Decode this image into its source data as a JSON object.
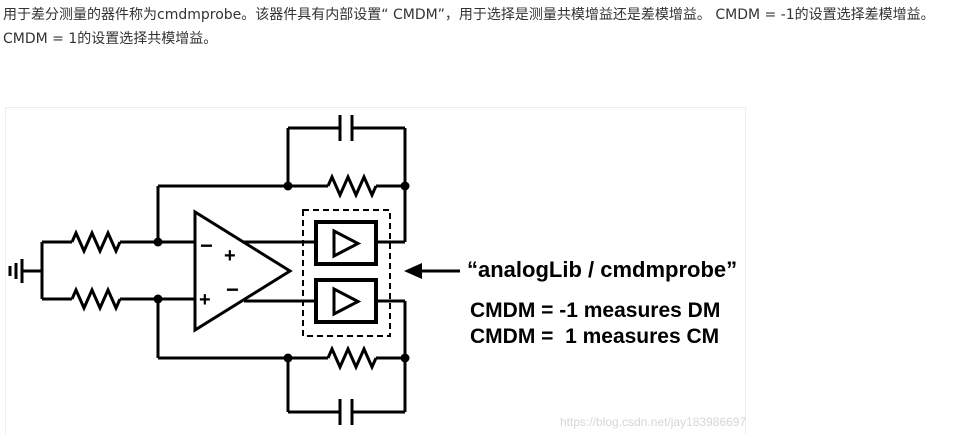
{
  "article": {
    "intro_text": "用于差分测量的器件称为cmdmprobe。该器件具有内部设置“ CMDM”，用于选择是测量共模增益还是差模增益。 CMDM = -1的设置选择差模增益。 CMDM = 1的设置选择共模增益。"
  },
  "figure": {
    "labels": {
      "cell_name": "“analogLib / cmdmprobe”",
      "line1": "CMDM = -1 measures DM",
      "line2": "CMDM =  1 measures CM",
      "minus_top": "−",
      "plus_top": "+",
      "plus_bottom": "+",
      "minus_bottom": "−"
    },
    "watermark": "https://blog.csdn.net/jay183986697",
    "colors": {
      "line": "#000000",
      "text": "#333333",
      "watermark": "#d6d6d6"
    }
  }
}
